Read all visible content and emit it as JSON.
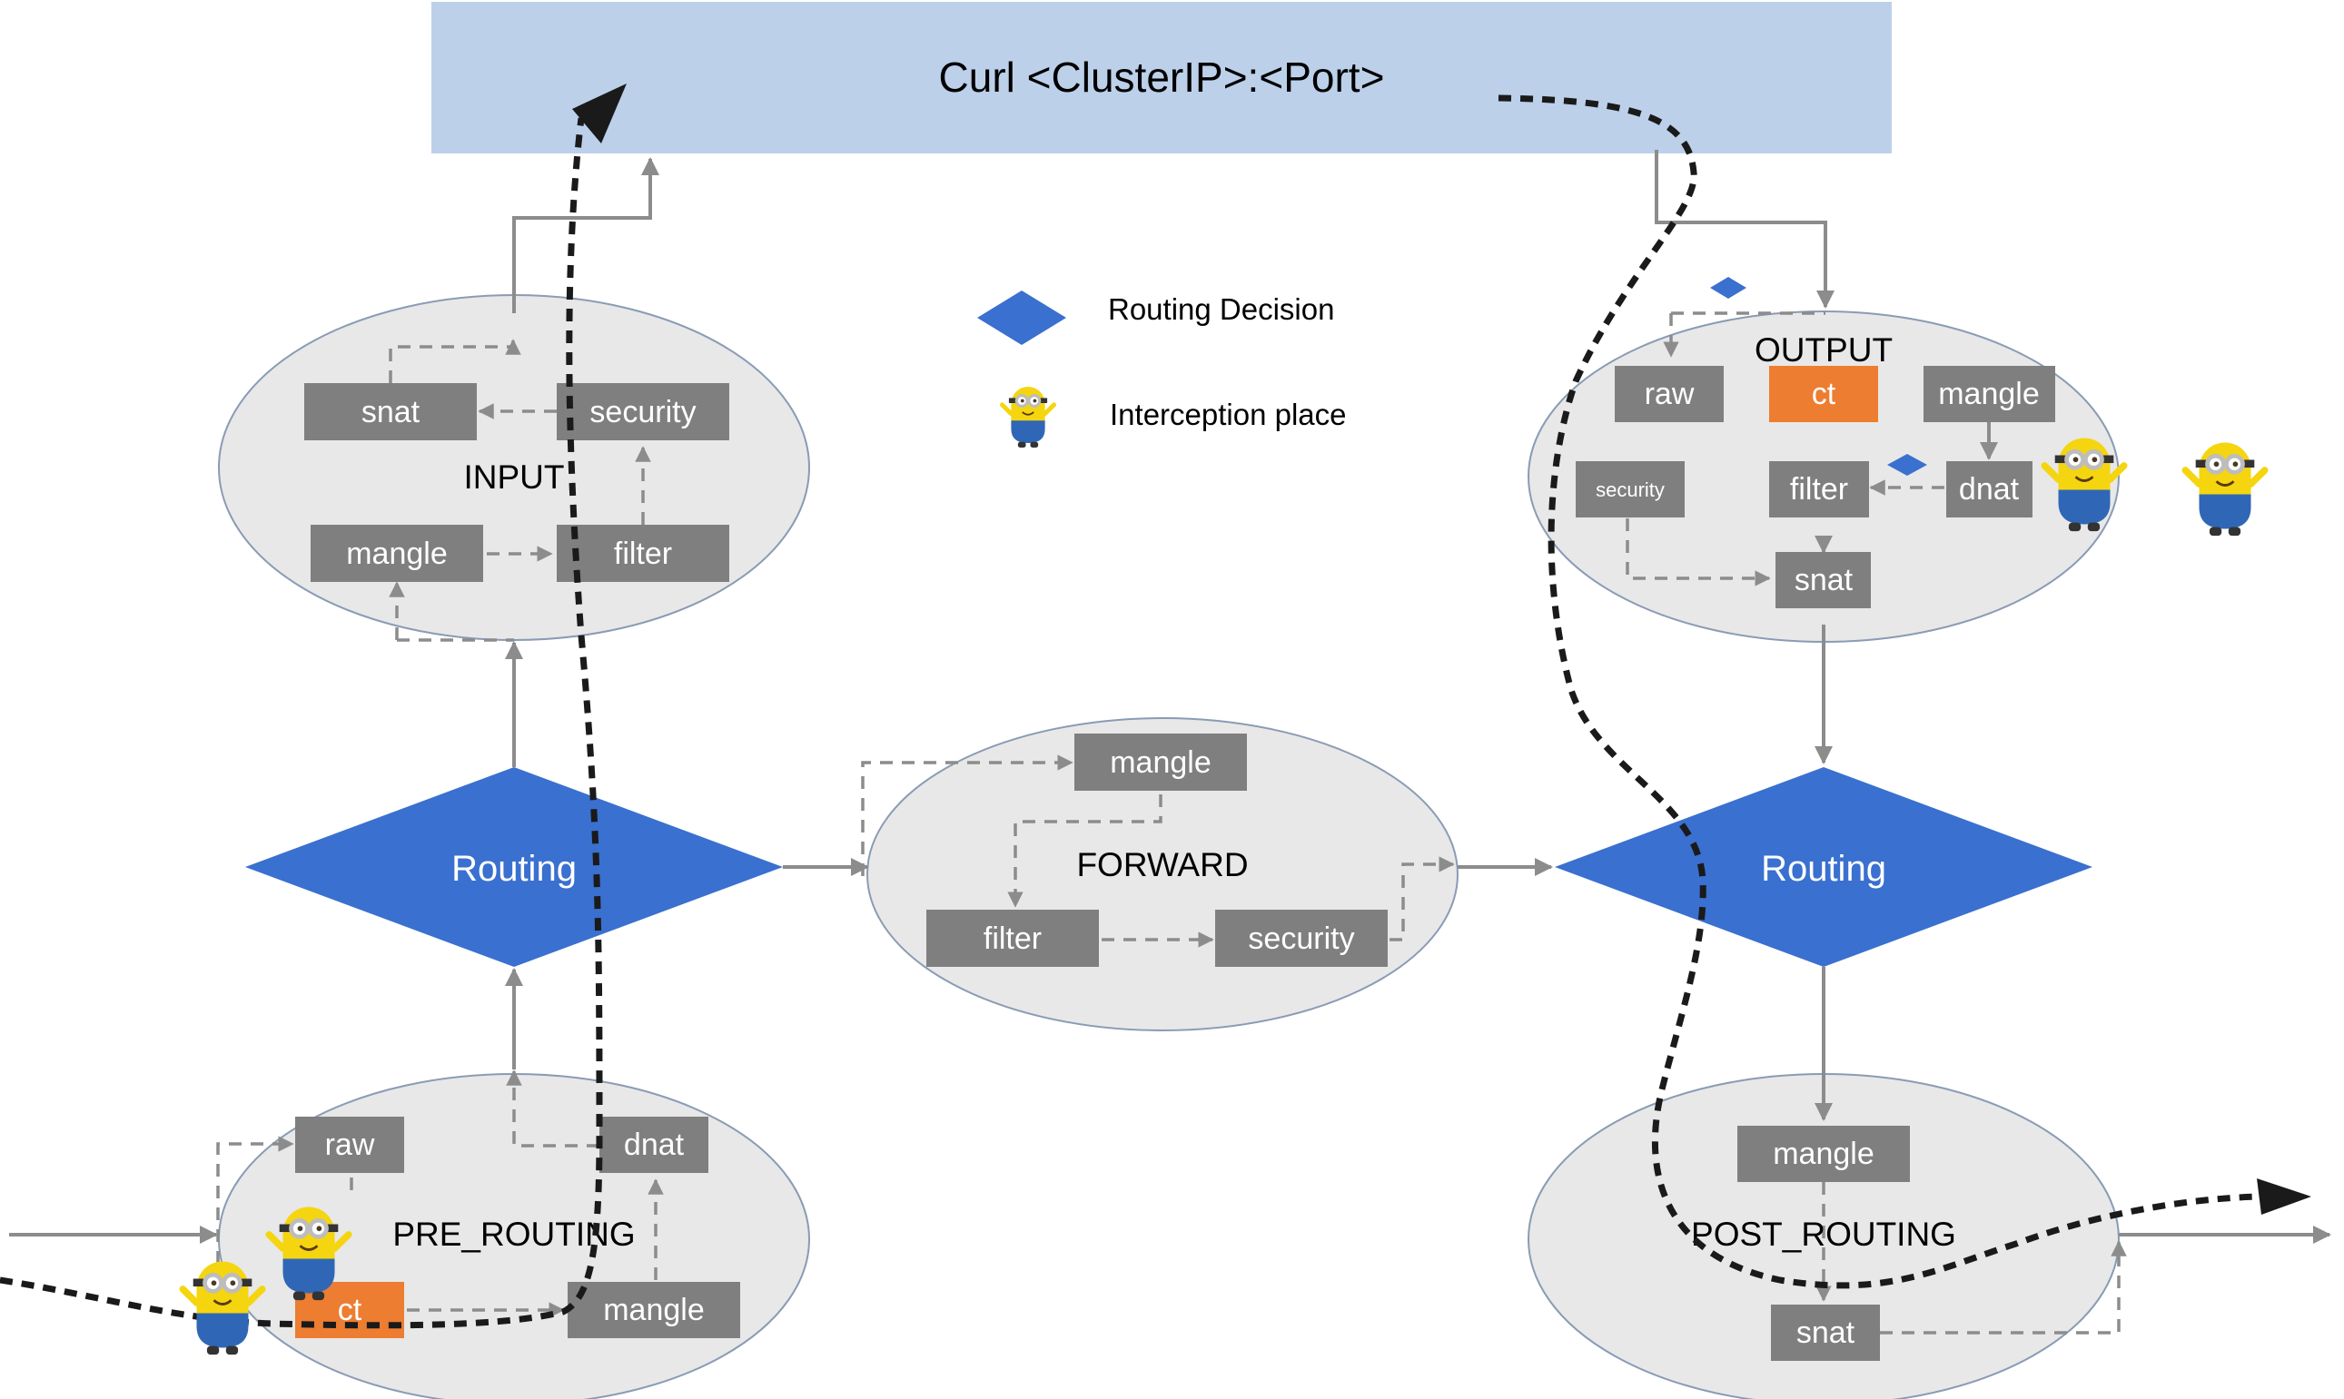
{
  "colors": {
    "header_fill": "#bcd0ea",
    "ellipse_fill": "#e8e8e8",
    "ellipse_stroke": "#8a9bb5",
    "box_fill": "#7f7f7f",
    "ct_fill": "#ed7d31",
    "routing_fill": "#3a70cf",
    "arrow": "#8c8c8c",
    "path": "#1a1a1a"
  },
  "header": {
    "label": "Curl <ClusterIP>:<Port>"
  },
  "legend": {
    "routing_decision": "Routing Decision",
    "interception_place": "Interception place",
    "routing_icon": "diamond-icon",
    "interception_icon": "minion-icon"
  },
  "chains": {
    "input": {
      "label": "INPUT",
      "tables": {
        "snat": "snat",
        "security": "security",
        "mangle": "mangle",
        "filter": "filter"
      }
    },
    "output": {
      "label": "OUTPUT",
      "tables": {
        "raw": "raw",
        "ct": "ct",
        "mangle": "mangle",
        "security": "security",
        "filter": "filter",
        "dnat": "dnat",
        "snat": "snat"
      }
    },
    "forward": {
      "label": "FORWARD",
      "tables": {
        "mangle": "mangle",
        "filter": "filter",
        "security": "security"
      }
    },
    "pre_routing": {
      "label": "PRE_ROUTING",
      "tables": {
        "raw": "raw",
        "dnat": "dnat",
        "ct": "ct",
        "mangle": "mangle"
      }
    },
    "post_routing": {
      "label": "POST_ROUTING",
      "tables": {
        "mangle": "mangle",
        "snat": "snat"
      }
    }
  },
  "routing": {
    "left": "Routing",
    "right": "Routing"
  }
}
